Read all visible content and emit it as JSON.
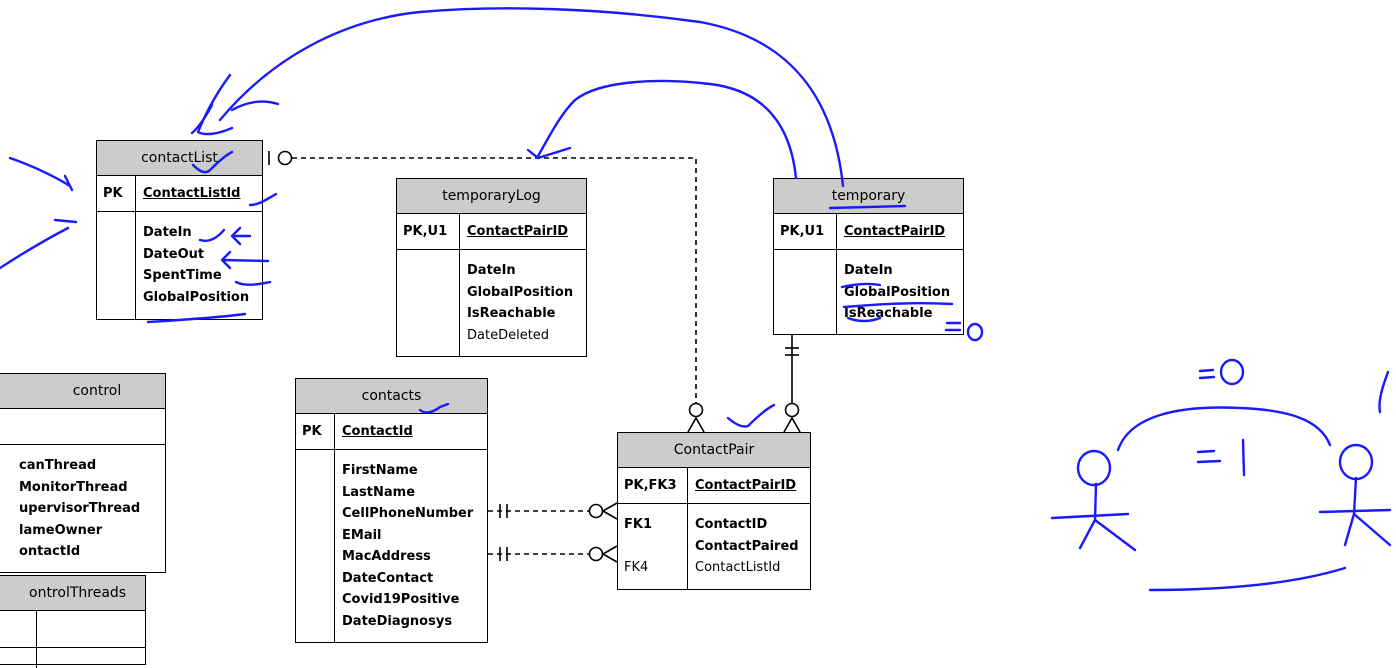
{
  "entities": {
    "contactList": {
      "title": "contactList",
      "pk_label": "PK",
      "pk_field": "ContactListId",
      "fields": [
        "DateIn",
        "DateOut",
        "SpentTime",
        "GlobalPosition"
      ]
    },
    "temporaryLog": {
      "title": "temporaryLog",
      "pk_label": "PK,U1",
      "pk_field": "ContactPairID",
      "fields": [
        "DateIn",
        "GlobalPosition",
        "IsReachable"
      ],
      "normal_fields": [
        "DateDeleted"
      ]
    },
    "temporary": {
      "title": "temporary",
      "pk_label": "PK,U1",
      "pk_field": "ContactPairID",
      "fields": [
        "DateIn",
        "GlobalPosition",
        "IsReachable"
      ]
    },
    "control": {
      "title": "control",
      "fields": [
        "canThread",
        "MonitorThread",
        "upervisorThread",
        "lameOwner",
        "ontactId"
      ]
    },
    "controlThreads": {
      "title": "ontrolThreads"
    },
    "contacts": {
      "title": "contacts",
      "pk_label": "PK",
      "pk_field": "ContactId",
      "fields": [
        "FirstName",
        "LastName",
        "CellPhoneNumber",
        "EMail",
        "MacAddress",
        "DateContact",
        "Covid19Positive",
        "DateDiagnosys"
      ]
    },
    "contactPair": {
      "title": "ContactPair",
      "pk_label": "PK,FK3",
      "pk_field": "ContactPairID",
      "fk1_label": "FK1",
      "fk4_label": "FK4",
      "fields": [
        "ContactID",
        "ContactPaired"
      ],
      "normal_fields": [
        "ContactListId"
      ]
    }
  },
  "annotations": {
    "equals_zero_top": "=0",
    "equals_one": "=1"
  },
  "colors": {
    "header": "#cccccc",
    "ink": "#1a1aff",
    "line": "#000000"
  }
}
